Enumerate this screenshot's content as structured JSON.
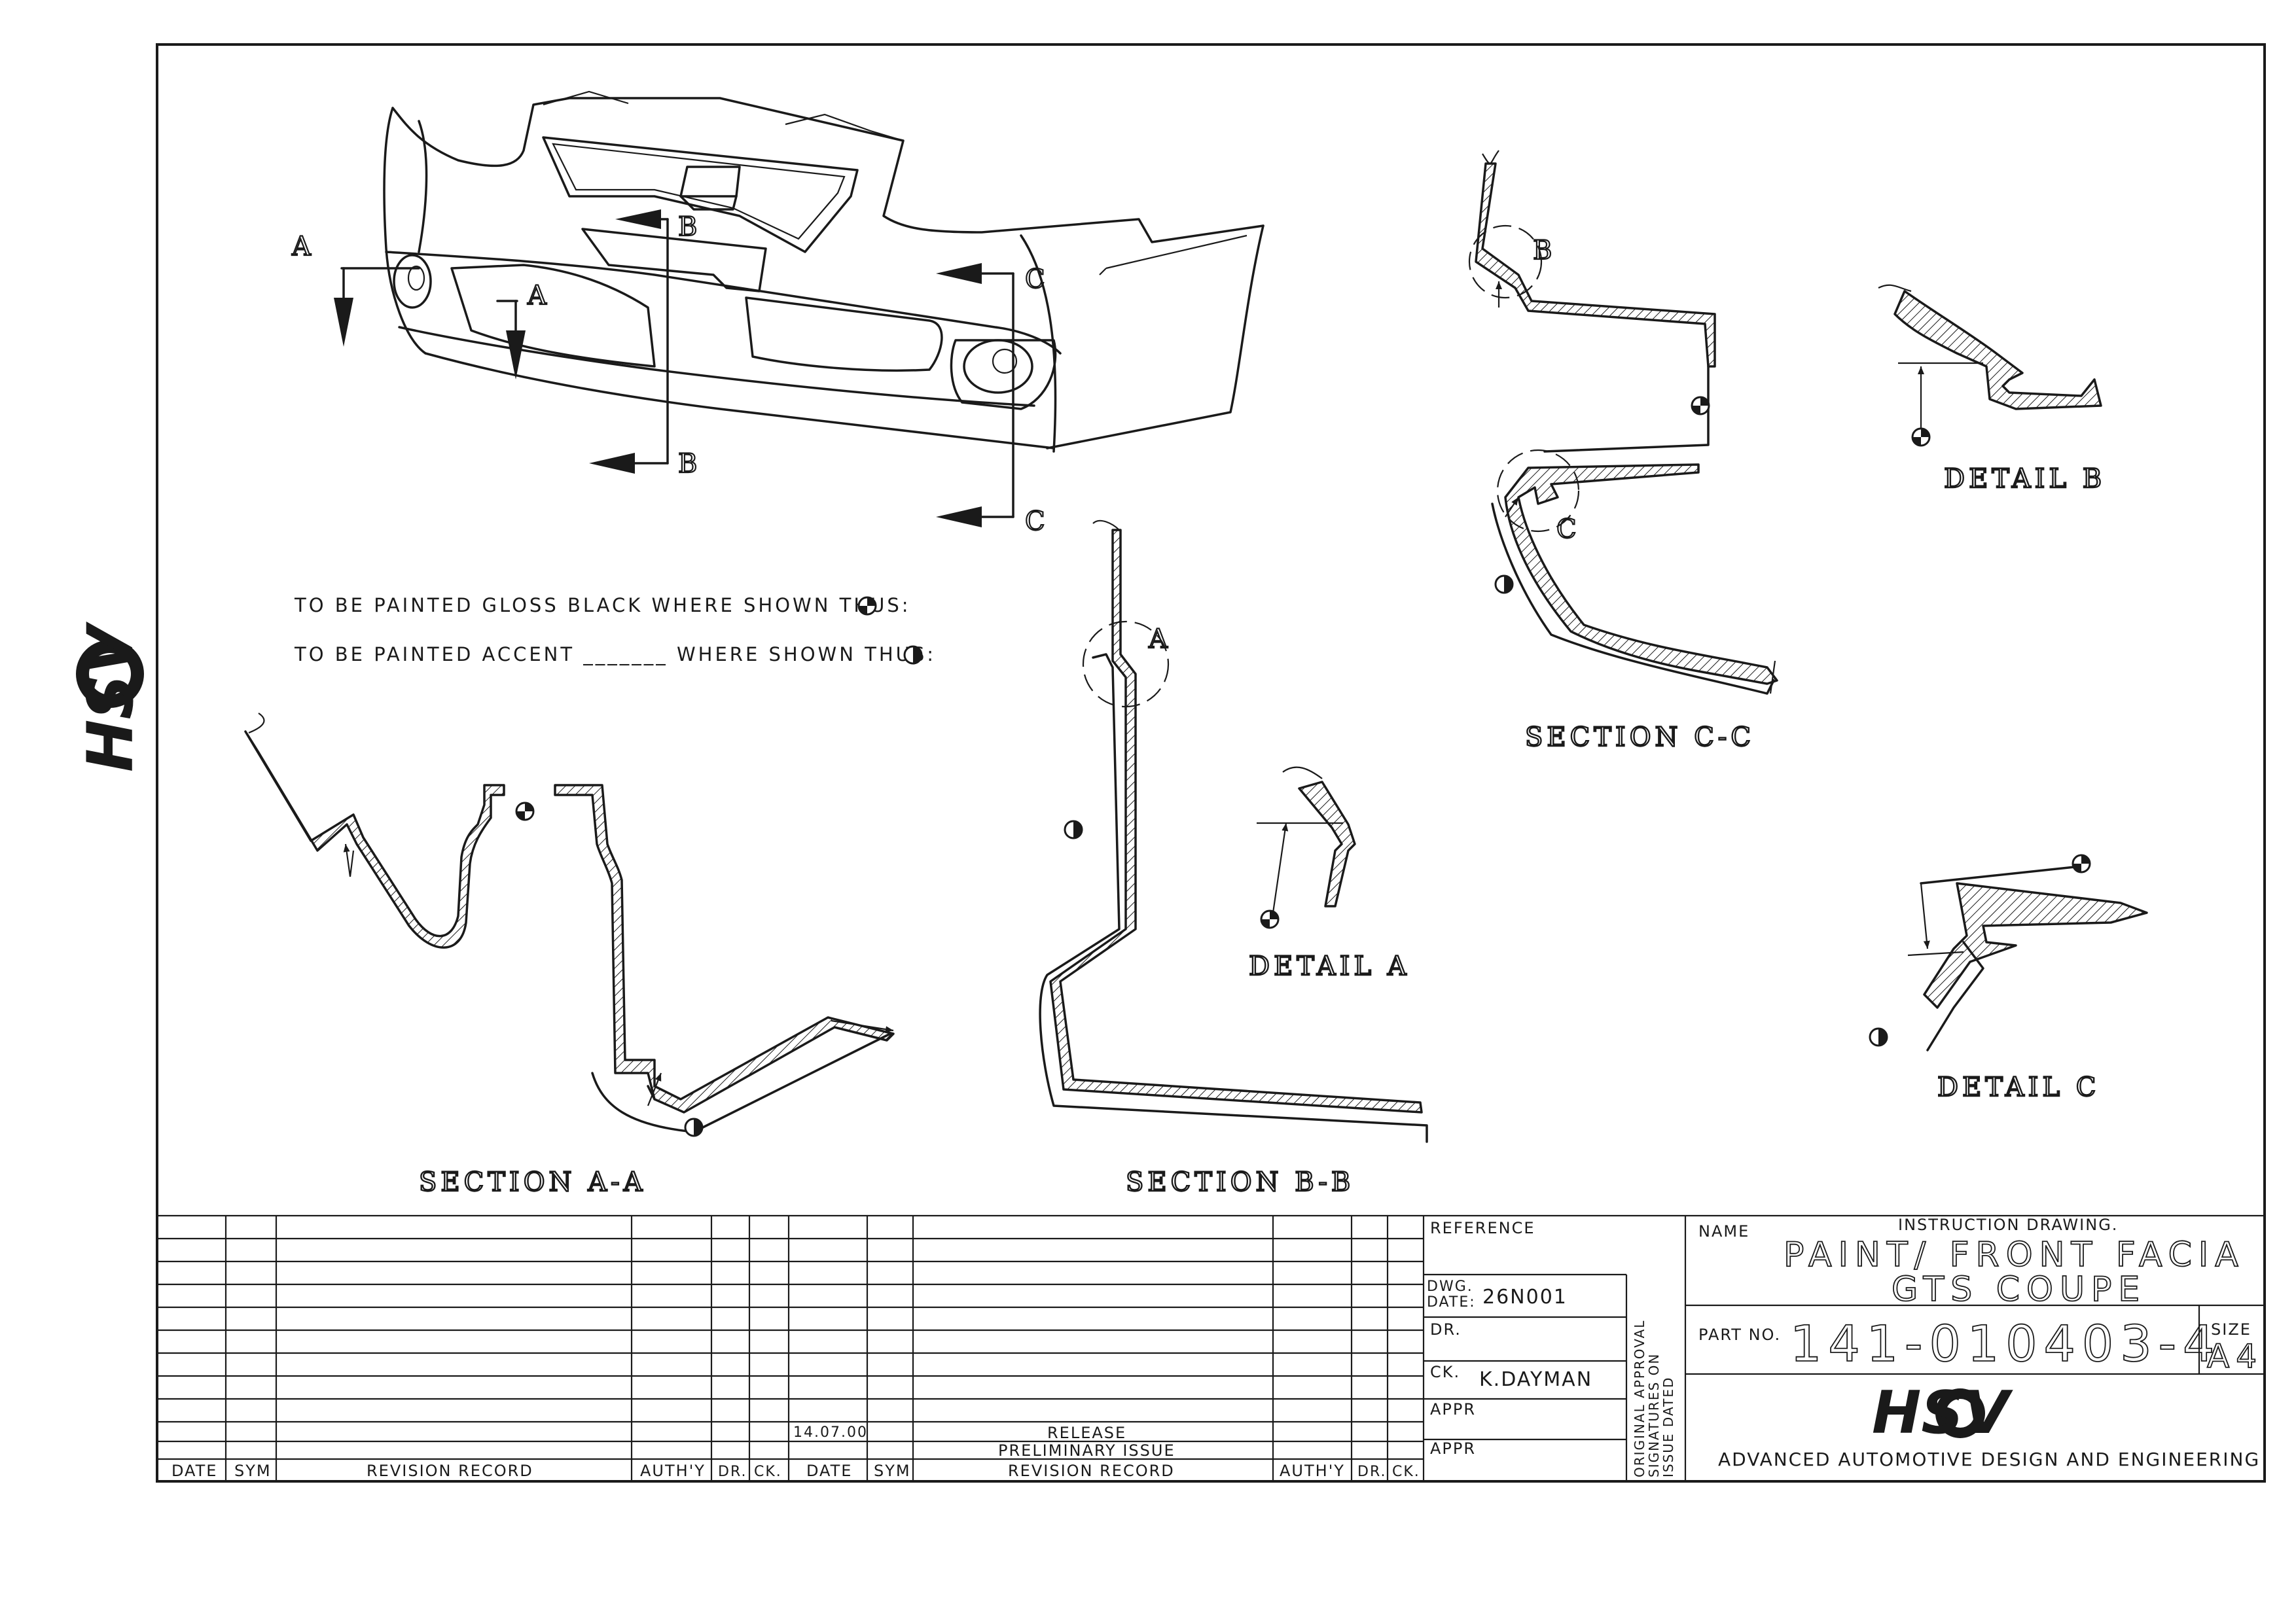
{
  "brand": {
    "logo_text": "HSV"
  },
  "notes": {
    "gloss_black": "TO BE PAINTED GLOSS BLACK WHERE SHOWN THUS:",
    "accent": "TO BE PAINTED ACCENT _______ WHERE SHOWN THUS:"
  },
  "view_labels": {
    "section_aa": "SECTION  A-A",
    "section_bb": "SECTION  B-B",
    "section_cc": "SECTION  C-C",
    "detail_a": "DETAIL  A",
    "detail_b": "DETAIL  B",
    "detail_c": "DETAIL  C"
  },
  "callouts": {
    "a": "A",
    "b": "B",
    "c": "C"
  },
  "revision_block": {
    "headers_left": [
      "DATE",
      "SYM",
      "REVISION RECORD",
      "AUTH'Y",
      "DR.",
      "CK."
    ],
    "headers_right": [
      "DATE",
      "SYM",
      "REVISION RECORD",
      "AUTH'Y",
      "DR.",
      "CK."
    ],
    "entry_date": "14.07.00",
    "entry_record_1": "RELEASE",
    "entry_record_2": "PRELIMINARY ISSUE"
  },
  "approval_block": {
    "reference_label": "REFERENCE",
    "dwg_date_label_1": "DWG.",
    "dwg_date_label_2": "DATE:",
    "dwg_date_value": "26N001",
    "dr_label": "DR.",
    "ck_label": "CK.",
    "ck_value": "K.DAYMAN",
    "appr_label": "APPR",
    "appr_label_2": "APPR",
    "vertical_note_1": "ORIGINAL APPROVAL",
    "vertical_note_2": "SIGNATURES ON",
    "vertical_note_3": "ISSUE DATED"
  },
  "title_block": {
    "name_label": "NAME",
    "drawing_type": "INSTRUCTION DRAWING.",
    "title_line_1": "PAINT/ FRONT FACIA",
    "title_line_2": "GTS COUPE",
    "part_no_label": "PART NO.",
    "part_no": "141-010403-4",
    "size_label": "SIZE",
    "size_value": "A4",
    "company": "ADVANCED AUTOMOTIVE DESIGN AND ENGINEERING"
  }
}
